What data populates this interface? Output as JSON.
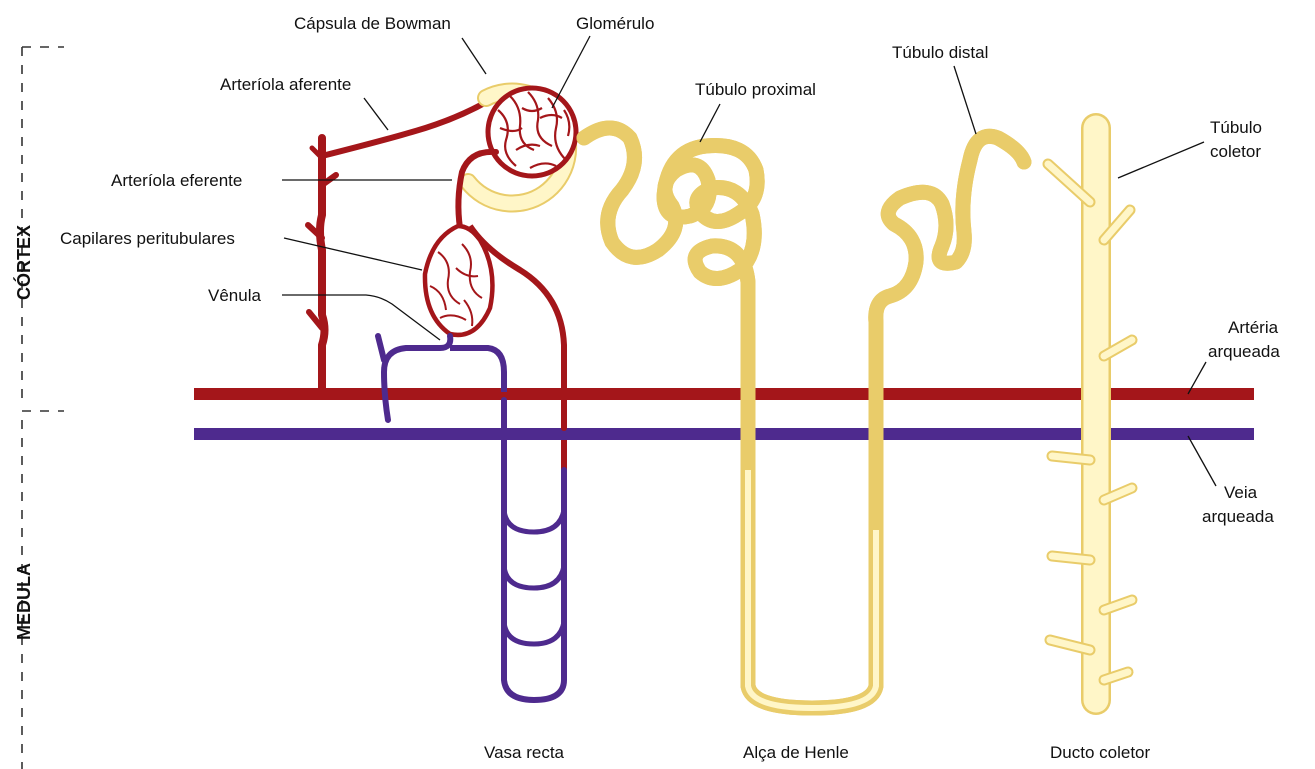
{
  "colors": {
    "artery": "#A4161A",
    "vein": "#4E2A8E",
    "tubule_fill": "#FFF6C8",
    "tubule_edge": "#E9CC6A",
    "text": "#111111"
  },
  "regions": {
    "cortex": "CÓRTEX",
    "medulla": "MEDULA"
  },
  "labels": {
    "bowman_capsule": "Cápsula de Bowman",
    "glomerulus": "Glomérulo",
    "afferent_arteriole": "Arteríola aferente",
    "efferent_arteriole": "Arteríola eferente",
    "peritubular_capillaries": "Capilares peritubulares",
    "venule": "Vênula",
    "proximal_tubule": "Túbulo proximal",
    "distal_tubule": "Túbulo distal",
    "collecting_tubule_line1": "Túbulo",
    "collecting_tubule_line2": "coletor",
    "arcuate_artery_line1": "Artéria",
    "arcuate_artery_line2": "arqueada",
    "arcuate_vein_line1": "Veia",
    "arcuate_vein_line2": "arqueada",
    "vasa_recta": "Vasa recta",
    "loop_of_henle": "Alça de Henle",
    "collecting_duct": "Ducto coletor"
  },
  "icons": {
    "structure": "nephron-diagram"
  }
}
